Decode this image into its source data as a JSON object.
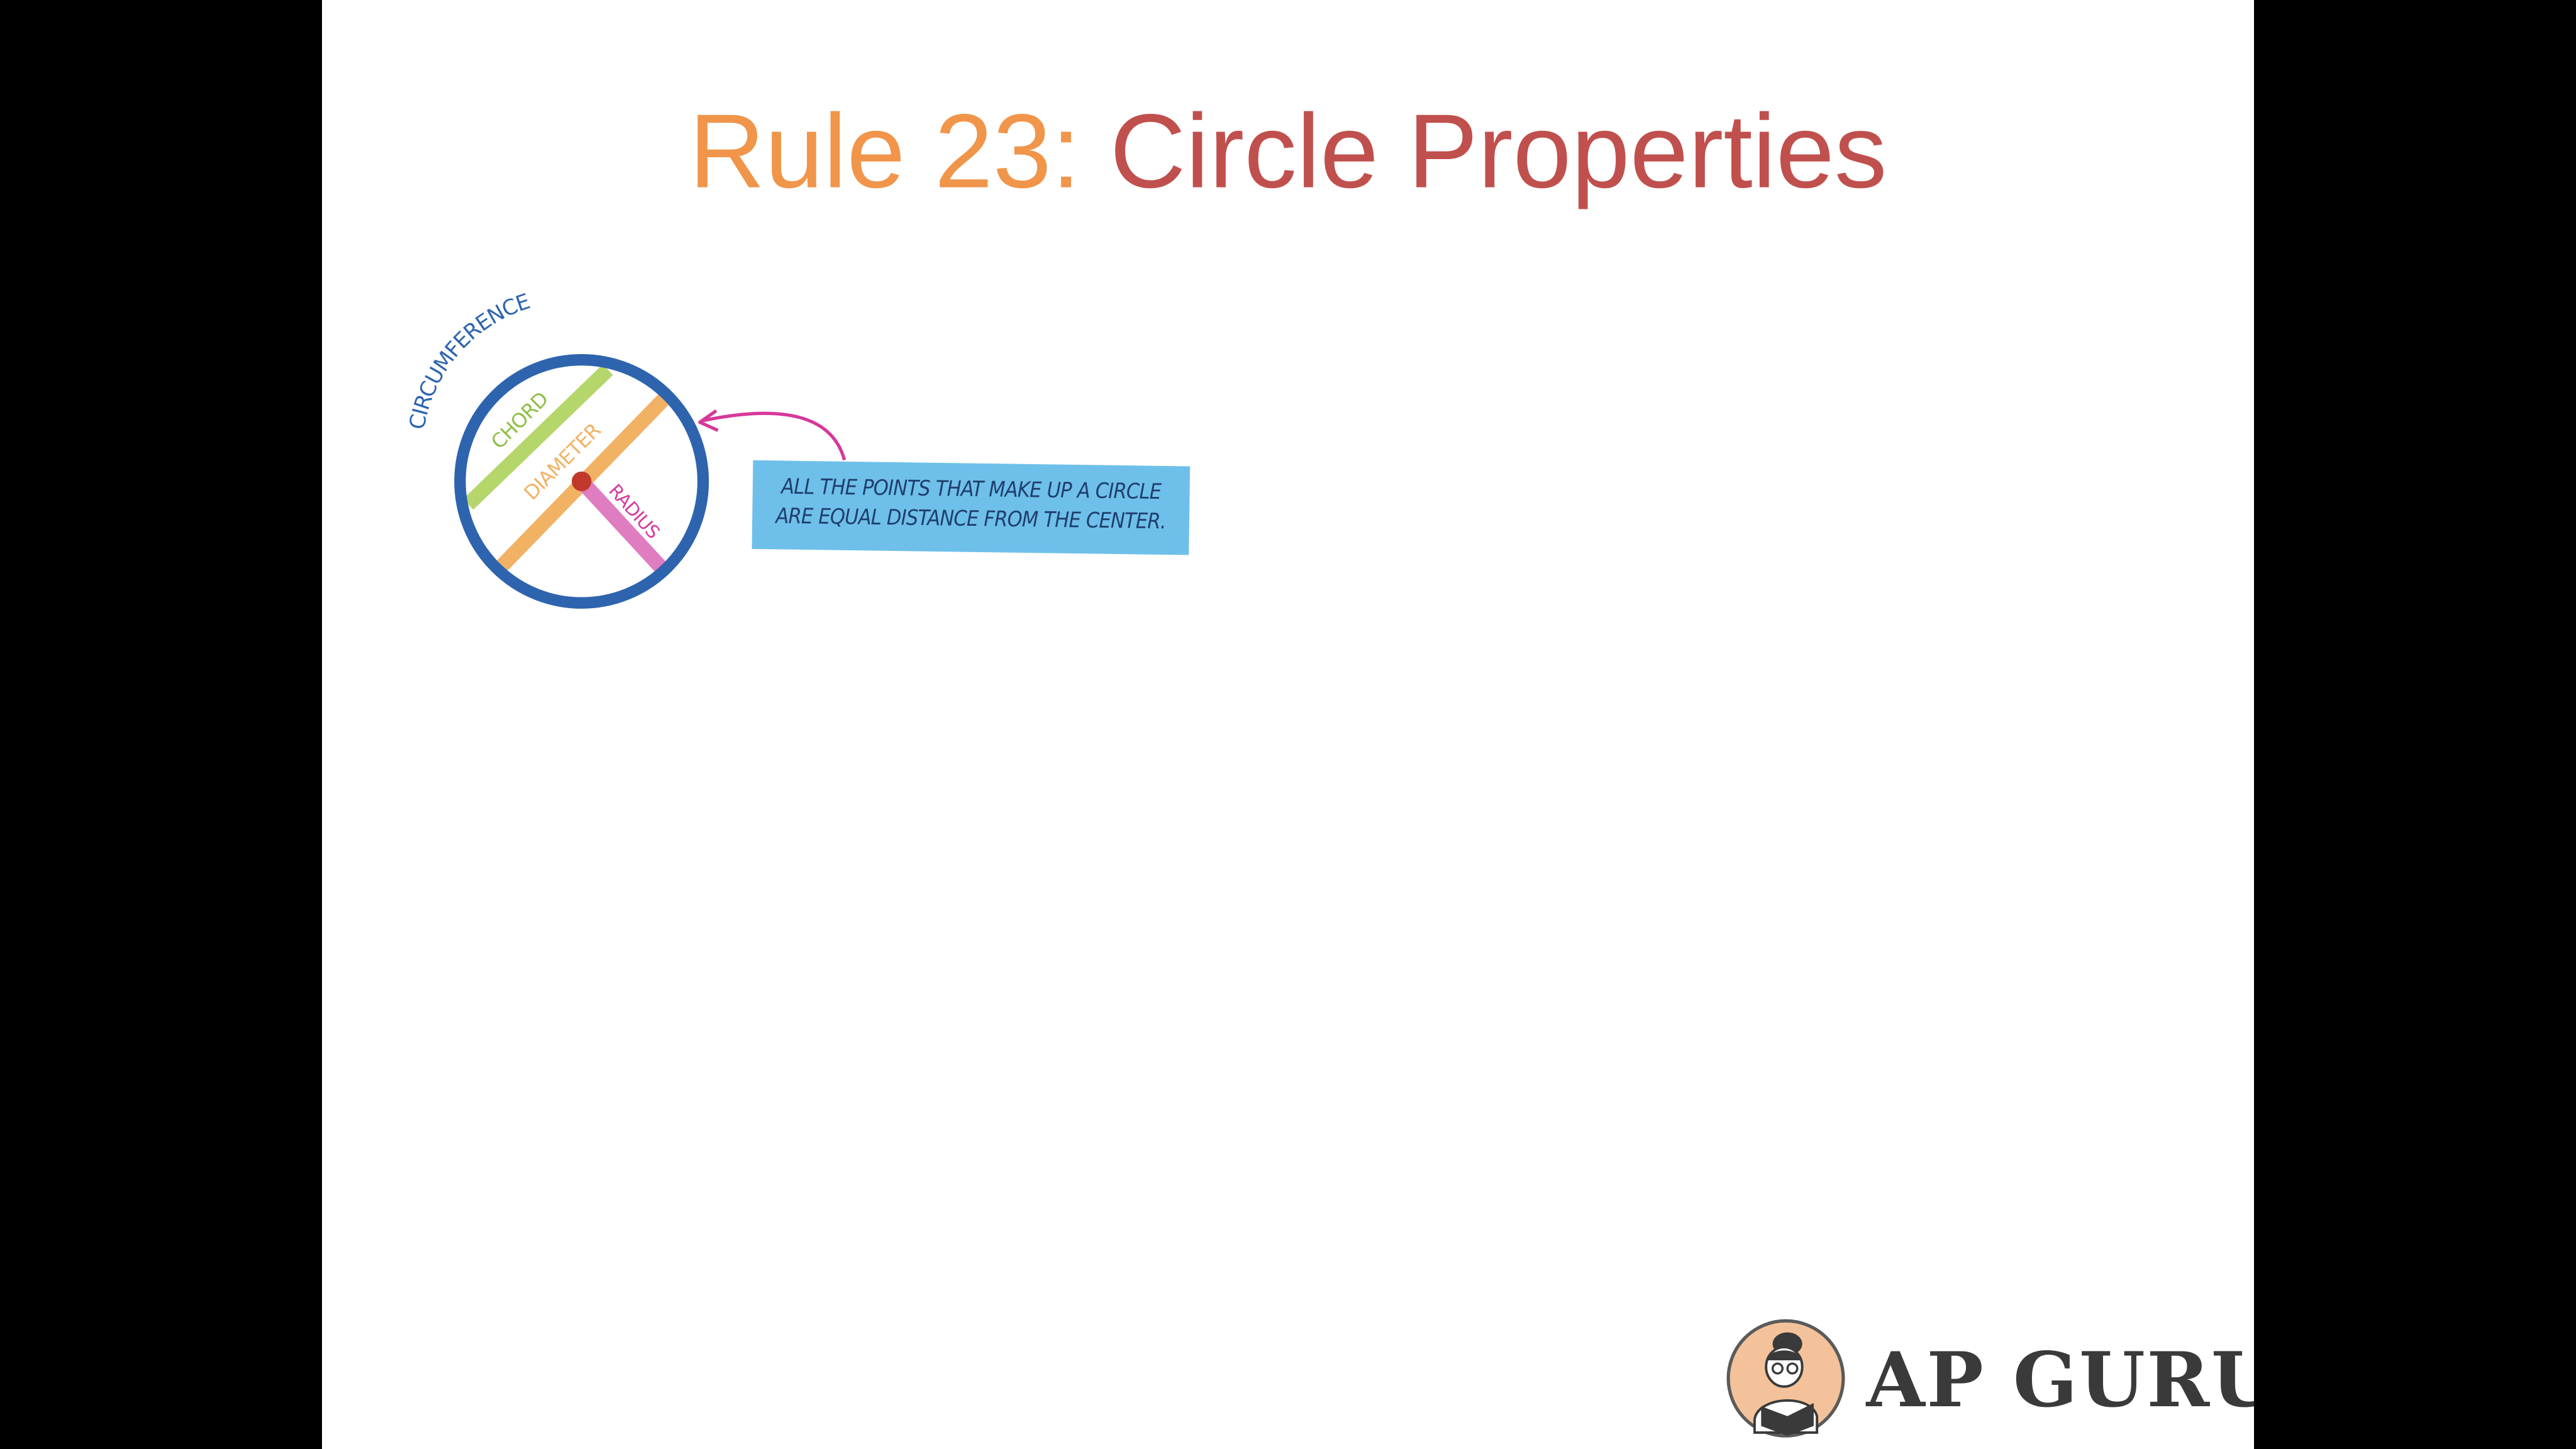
{
  "slide": {
    "title_prefix": "Rule 23:",
    "title_main": "Circle Properties"
  },
  "diagram": {
    "labels": {
      "circumference": "CIRCUMFERENCE",
      "chord": "CHORD",
      "diameter": "DIAMETER",
      "radius": "RADIUS"
    },
    "note_line1": "ALL THE POINTS THAT MAKE UP A CIRCLE",
    "note_line2": "ARE EQUAL DISTANCE FROM THE CENTER.",
    "colors": {
      "circle": "#2E64AE",
      "chord": "#B5D66B",
      "diameter": "#F2B264",
      "radius": "#E07CC0",
      "center": "#C0392B",
      "arrow": "#D6389A",
      "note_bg": "#6EC0EA"
    }
  },
  "logo": {
    "text": "AP GURU",
    "icon": "reading-student-icon"
  }
}
